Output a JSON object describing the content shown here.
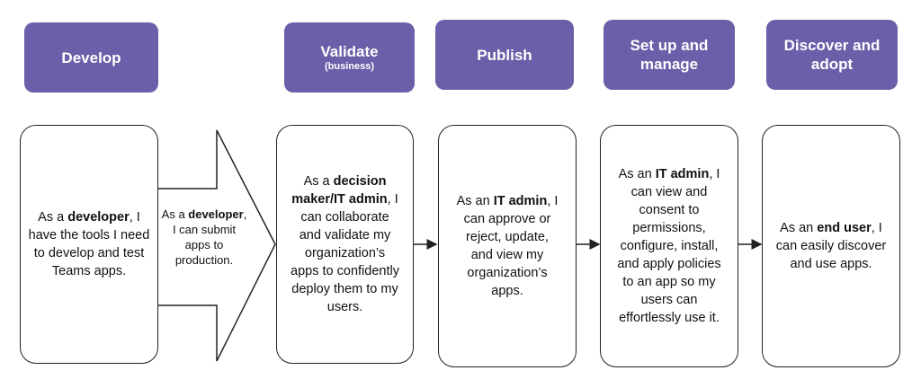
{
  "stages": [
    {
      "id": "develop",
      "title": "Develop",
      "subtitle": ""
    },
    {
      "id": "validate",
      "title": "Validate",
      "subtitle": "(business)"
    },
    {
      "id": "publish",
      "title": "Publish",
      "subtitle": ""
    },
    {
      "id": "setup",
      "title": "Set up and manage",
      "subtitle": ""
    },
    {
      "id": "discover",
      "title": "Discover and adopt",
      "subtitle": ""
    }
  ],
  "cards": {
    "develop": {
      "pre": "As a ",
      "bold": "developer",
      "post": ", I have the tools I need to develop and test Teams apps."
    },
    "validate": {
      "pre": "As a ",
      "bold": "decision maker/IT admin",
      "post": ", I can collaborate and validate my organization’s apps to confidently deploy them to my users."
    },
    "publish": {
      "pre": "As an ",
      "bold": "IT admin",
      "post": ", I can approve or reject, update, and view my organization’s apps."
    },
    "setup": {
      "pre": "As an ",
      "bold": "IT admin",
      "post": ", I can view and consent to permissions, configure, install, and apply policies to an app so my users can effortlessly use it."
    },
    "discover": {
      "pre": "As an ",
      "bold": "end user",
      "post": ", I can easily discover and use apps."
    }
  },
  "arrow_note": {
    "pre": "As a ",
    "bold": "developer",
    "post": ", I can submit apps to production."
  },
  "colors": {
    "header_bg": "#6A5FA8",
    "header_text": "#ffffff",
    "stroke": "#222222"
  }
}
